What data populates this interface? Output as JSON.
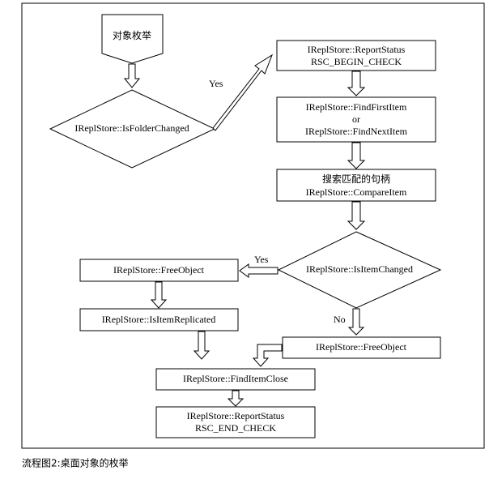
{
  "caption": "流程图2:桌面对象的枚举",
  "nodes": {
    "start": "对象枚举",
    "is_folder_changed": "IReplStore::IsFolderChanged",
    "report_status_begin": [
      "IReplStore::ReportStatus",
      "RSC_BEGIN_CHECK"
    ],
    "find_item": [
      "IReplStore::FindFirstItem",
      "or",
      "IReplStore::FindNextItem"
    ],
    "compare_item": [
      "搜索匹配的句柄",
      "IReplStore::CompareItem"
    ],
    "is_item_changed": "IReplStore::IsItemChanged",
    "free_object_left": "IReplStore::FreeObject",
    "is_item_replicated": "IReplStore::IsItemReplicated",
    "free_object_right": "IReplStore::FreeObject",
    "find_item_close": "IReplStore::FindItemClose",
    "report_status_end": [
      "IReplStore::ReportStatus",
      "RSC_END_CHECK"
    ]
  },
  "edge_labels": {
    "folder_yes": "Yes",
    "item_changed_yes": "Yes",
    "item_changed_no": "No"
  }
}
